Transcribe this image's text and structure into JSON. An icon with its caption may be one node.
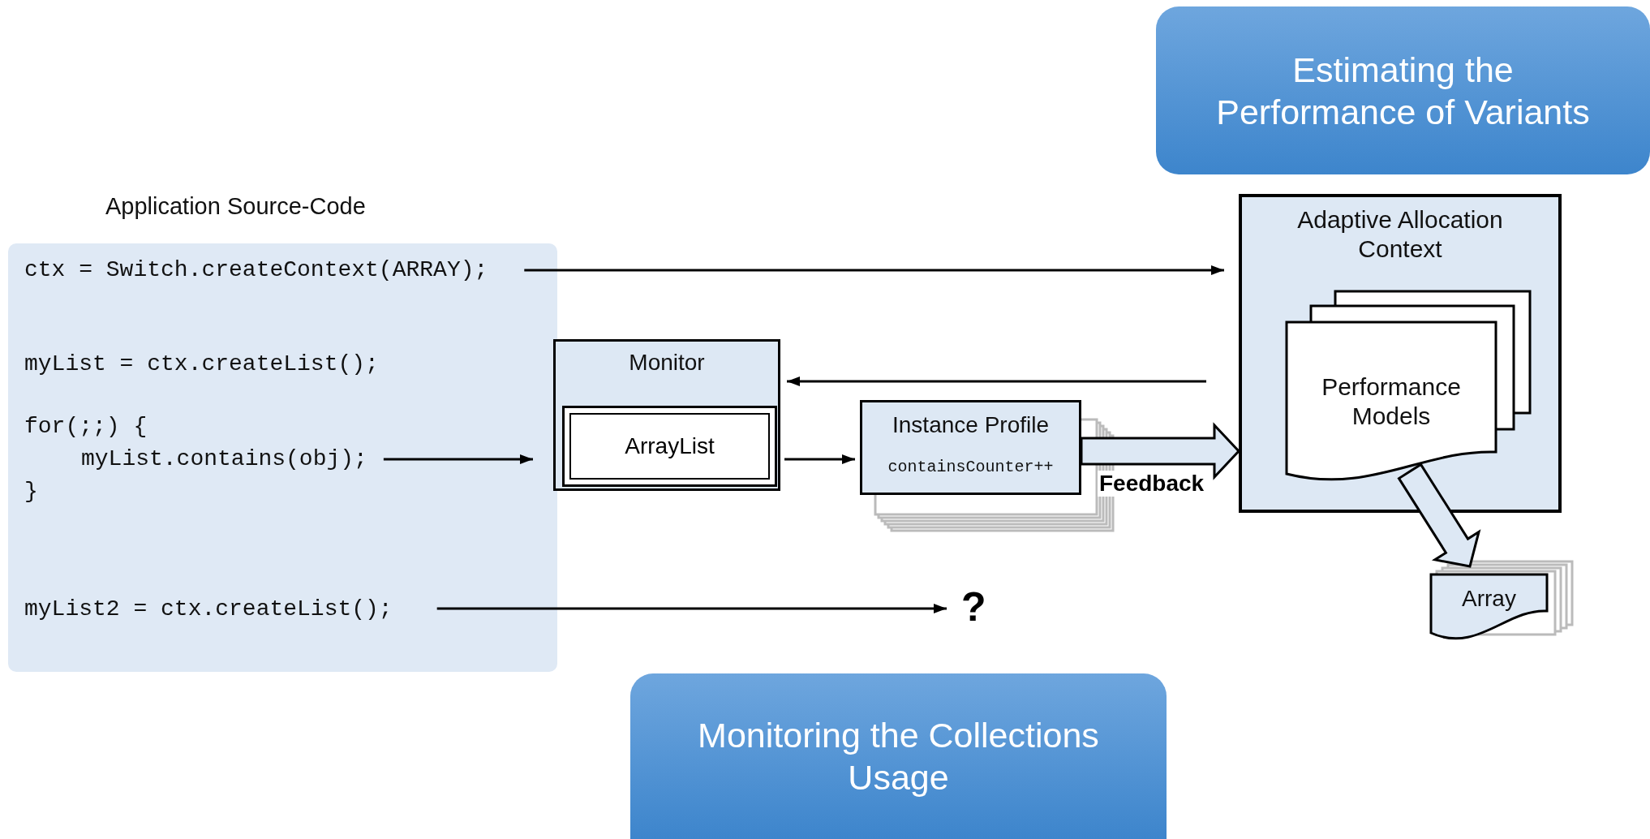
{
  "diagram": {
    "nodes": [
      {
        "text": [
          "Application Source-Code"
        ]
      },
      {
        "text": [
          "ctx = Switch.createContext(ARRAY);"
        ],
        "in": 0
      },
      {
        "text": [
          "myList.contains(obj);"
        ],
        "in": 0
      },
      {
        "text": [
          "myList2 = ctx.createList();"
        ],
        "in": 0
      },
      {
        "text": [
          "Monitor"
        ]
      },
      {
        "text": [
          "ArrayList"
        ],
        "in": 4
      },
      {
        "text": [
          "Instance Profile",
          "containsCounter++"
        ]
      },
      {
        "text": [
          "?"
        ]
      },
      {
        "text": [
          "Adaptive Allocation Context"
        ]
      },
      {
        "text": [
          "Performance Models"
        ],
        "in": 8
      },
      {
        "text": [
          "Array"
        ]
      },
      {
        "text": [
          "Estimating the Performance of Variants"
        ]
      },
      {
        "text": [
          "Monitoring the Collections Usage"
        ]
      }
    ],
    "edges": [
      {
        "from": 1,
        "to": 8,
        "arrow": "to"
      },
      {
        "from": 8,
        "to": 4,
        "arrow": "to"
      },
      {
        "from": 2,
        "to": 4,
        "arrow": "to"
      },
      {
        "from": 4,
        "to": 6,
        "arrow": "to"
      },
      {
        "from": 6,
        "to": 8,
        "arrow": "to",
        "style": "thick",
        "label": "Feedback"
      },
      {
        "from": 9,
        "to": 10,
        "arrow": "to",
        "style": "thick"
      },
      {
        "from": 3,
        "to": 7,
        "arrow": "to"
      }
    ],
    "labels": [
      "myList = ctx.createList();",
      "for(;;) {",
      "}"
    ]
  }
}
